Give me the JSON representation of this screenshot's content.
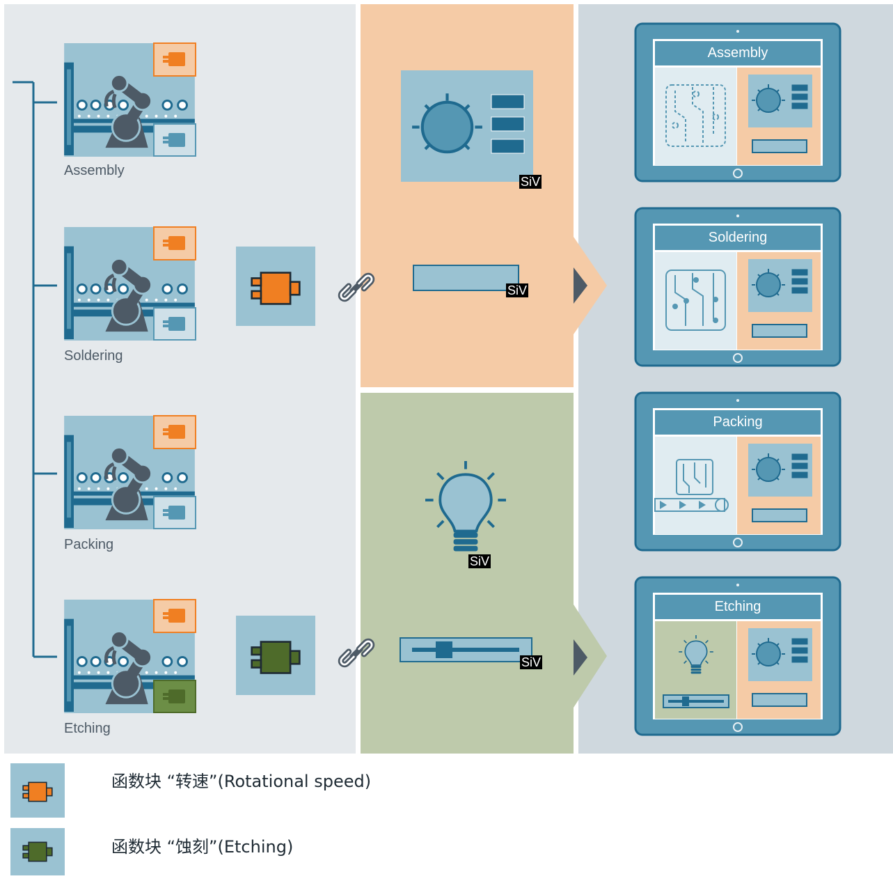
{
  "machines": [
    {
      "label": "Assembly"
    },
    {
      "label": "Soldering"
    },
    {
      "label": "Packing"
    },
    {
      "label": "Etching"
    }
  ],
  "tablets": [
    {
      "title": "Assembly"
    },
    {
      "title": "Soldering"
    },
    {
      "title": "Packing"
    },
    {
      "title": "Etching"
    }
  ],
  "siv_badge": "SiV",
  "legend": [
    {
      "text": "函数块 “转速”(Rotational speed)",
      "color": "#f07f22"
    },
    {
      "text": "函数块 “蚀刻”(Etching)",
      "color": "#4e6b2a"
    }
  ],
  "colors": {
    "left_panel": "#e5e9ec",
    "orange_panel": "#f5cba6",
    "green_panel": "#becaab",
    "right_panel": "#cfd8de",
    "accent_blue": "#5597b3",
    "dark_blue": "#1f6a8f",
    "orange_block": "#f07f22",
    "green_block": "#4e6b2a",
    "dark_grey": "#4d5a66"
  }
}
